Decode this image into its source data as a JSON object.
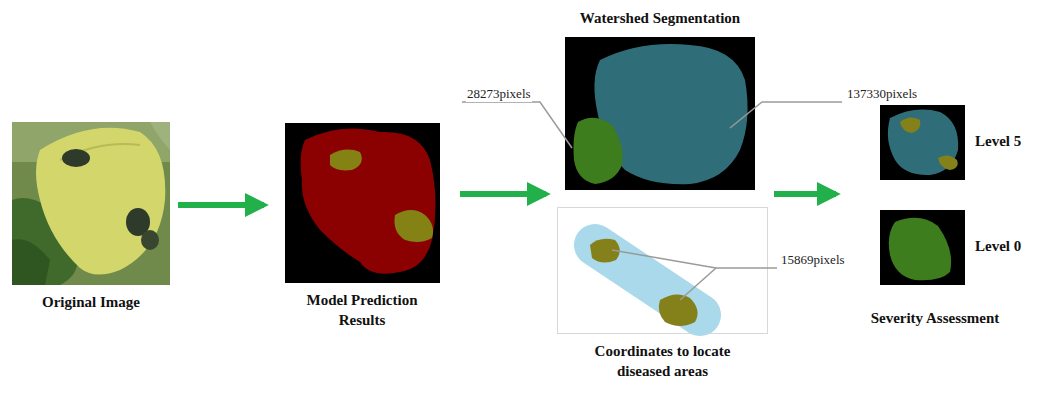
{
  "diagram": {
    "nodes": [
      {
        "text": [
          "Original Image"
        ]
      },
      {
        "text": [
          "Model Prediction Results"
        ]
      },
      {
        "text": [
          "Watershed Segmentation"
        ]
      },
      {
        "text": [
          "Coordinates to locate diseased areas"
        ]
      },
      {
        "text": [
          "Severity Assessment"
        ]
      },
      {
        "text": [
          "Level 5"
        ],
        "in": 4
      },
      {
        "text": [
          "Level 0"
        ],
        "in": 4
      }
    ],
    "edges": [
      {
        "from": 0,
        "to": 1,
        "arrow": "to"
      },
      {
        "from": 1,
        "to": 2,
        "arrow": "to"
      },
      {
        "from": 2,
        "to": 4,
        "arrow": "to"
      }
    ],
    "labels": [
      "28273pixels",
      "137330pixels",
      "15869pixels"
    ]
  }
}
